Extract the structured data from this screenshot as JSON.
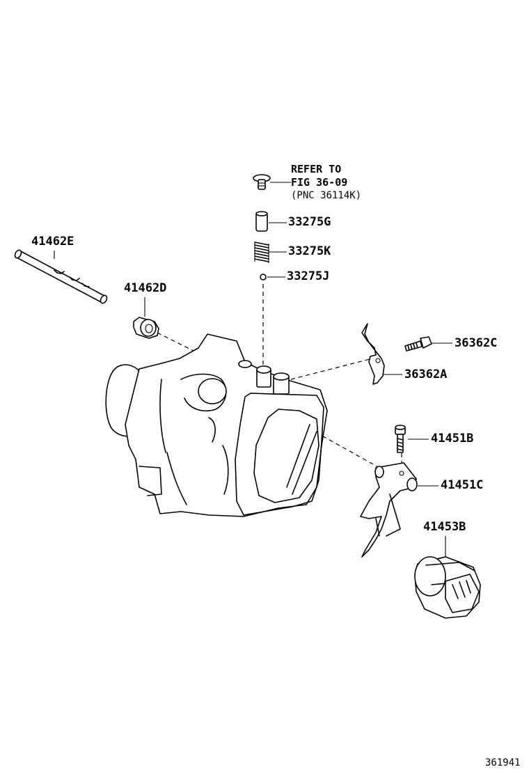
{
  "diagram": {
    "reference_note": {
      "line1": "REFER TO",
      "line2": "FIG 36-09",
      "line3": "(PNC 36114K)"
    },
    "parts": [
      {
        "id": "p33275g",
        "label": "33275G"
      },
      {
        "id": "p33275k",
        "label": "33275K"
      },
      {
        "id": "p33275j",
        "label": "33275J"
      },
      {
        "id": "p41462e",
        "label": "41462E"
      },
      {
        "id": "p41462d",
        "label": "41462D"
      },
      {
        "id": "p36362c",
        "label": "36362C"
      },
      {
        "id": "p36362a",
        "label": "36362A"
      },
      {
        "id": "p41451b",
        "label": "41451B"
      },
      {
        "id": "p41451c",
        "label": "41451C"
      },
      {
        "id": "p41453b",
        "label": "41453B"
      }
    ],
    "figure_number": "361941"
  }
}
